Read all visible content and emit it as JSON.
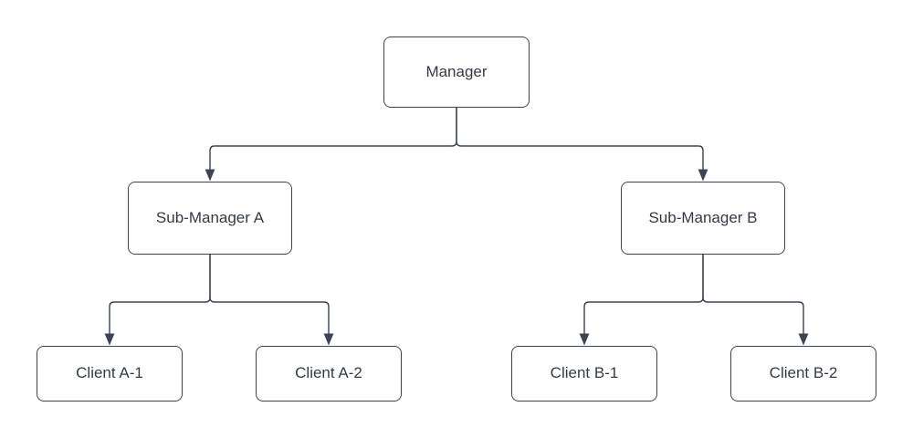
{
  "diagram": {
    "type": "org-chart-tree",
    "nodes": {
      "manager": {
        "label": "Manager"
      },
      "sub_manager_a": {
        "label": "Sub-Manager A"
      },
      "sub_manager_b": {
        "label": "Sub-Manager B"
      },
      "client_a1": {
        "label": "Client A-1"
      },
      "client_a2": {
        "label": "Client A-2"
      },
      "client_b1": {
        "label": "Client B-1"
      },
      "client_b2": {
        "label": "Client B-2"
      }
    },
    "edges": [
      {
        "from": "manager",
        "to": "sub_manager_a",
        "arrow": "filled-triangle-down"
      },
      {
        "from": "manager",
        "to": "sub_manager_b",
        "arrow": "filled-triangle-down"
      },
      {
        "from": "sub_manager_a",
        "to": "client_a1",
        "arrow": "filled-triangle-down"
      },
      {
        "from": "sub_manager_a",
        "to": "client_a2",
        "arrow": "filled-triangle-down"
      },
      {
        "from": "sub_manager_b",
        "to": "client_b1",
        "arrow": "filled-triangle-down"
      },
      {
        "from": "sub_manager_b",
        "to": "client_b2",
        "arrow": "filled-triangle-down"
      }
    ],
    "colors": {
      "background": "#ffffff",
      "node_fill": "#ffffff",
      "node_border": "#3b4453",
      "connector": "#3b4453",
      "text": "#333a46"
    }
  }
}
